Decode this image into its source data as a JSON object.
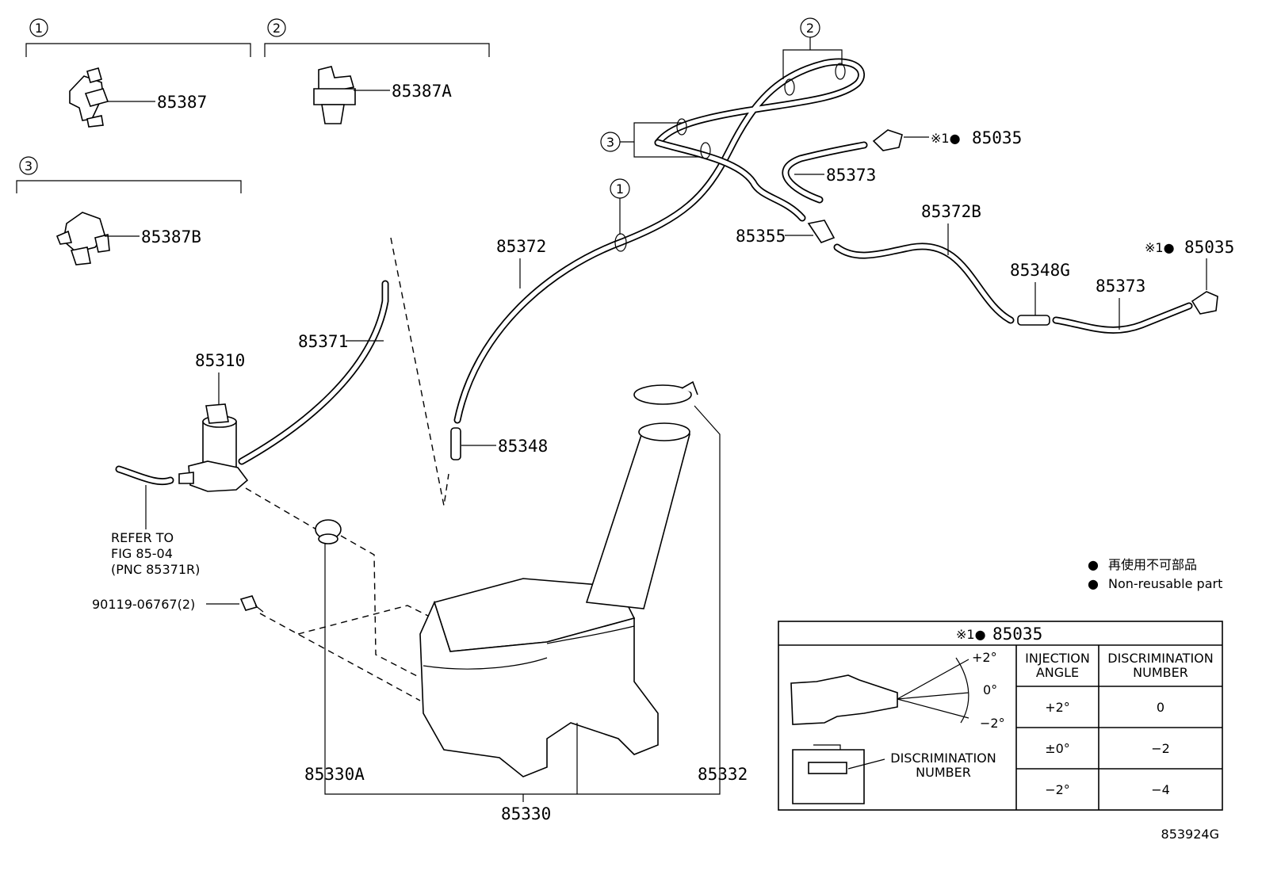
{
  "clip_groups": [
    {
      "num": "1",
      "part": "85387"
    },
    {
      "num": "2",
      "part": "85387A"
    },
    {
      "num": "3",
      "part": "85387B"
    }
  ],
  "callouts": {
    "hose_group_2": "2",
    "hose_group_3": "3",
    "hose_group_1": "1"
  },
  "part_numbers": {
    "nozzle_top": "85035",
    "nozzle_top_prefix": "※1●",
    "hose_85373_top": "85373",
    "hose_85372B": "85372B",
    "joint_85355": "85355",
    "hose_85372": "85372",
    "joint_85348G": "85348G",
    "hose_85373_right": "85373",
    "nozzle_right": "85035",
    "nozzle_right_prefix": "※1●",
    "hose_85371": "85371",
    "pump_85310": "85310",
    "joint_85348": "85348",
    "grommet_85330A": "85330A",
    "cap_85332": "85332",
    "tank_85330": "85330",
    "bolt": "90119-06767(2)"
  },
  "refer_note": [
    "REFER TO",
    "FIG 85-04",
    "(PNC 85371R)"
  ],
  "legend": {
    "symbol": "●",
    "japanese": "再使用不可部品",
    "english": "Non-reusable part"
  },
  "table": {
    "title_prefix": "※1●",
    "title_part": "85035",
    "angles": [
      "+2°",
      "0°",
      "−2°"
    ],
    "disc_label": [
      "DISCRIMINATION",
      "NUMBER"
    ],
    "col_headers": [
      [
        "INJECTION",
        "ANGLE"
      ],
      [
        "DISCRIMINATION",
        "NUMBER"
      ]
    ],
    "rows": [
      {
        "angle": "+2°",
        "number": "0"
      },
      {
        "angle": "±0°",
        "number": "−2"
      },
      {
        "angle": "−2°",
        "number": "−4"
      }
    ]
  },
  "figure_id": "853924G"
}
